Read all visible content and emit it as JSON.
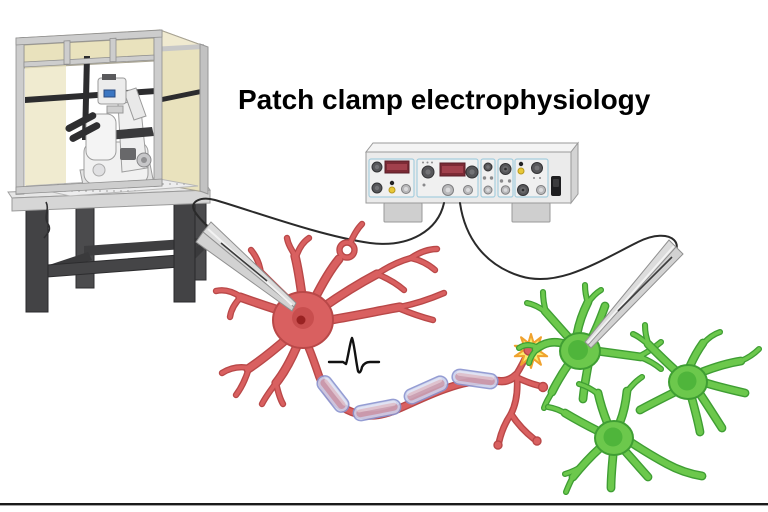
{
  "title": "Patch clamp electrophysiology",
  "components": [
    "faraday-cage",
    "vibration-isolation-table",
    "inverted-microscope",
    "patch-clamp-amplifier",
    "signal-cable-left",
    "signal-cable-right",
    "patch-pipette-left",
    "patch-pipette-right",
    "presynaptic-neuron-red",
    "myelinated-axon",
    "synapse-spark",
    "postsynaptic-neurons-green",
    "action-potential-trace"
  ],
  "colors": {
    "background": "#ffffff",
    "title-text": "#000000",
    "rule": "#1a1a1a",
    "neuron-red": "#d96060",
    "neuron-red-outline": "#b94848",
    "neuron-red-nucleus": "#c84e4e",
    "neuron-red-nucleolus": "#992222",
    "neuron-green": "#6cc84c",
    "neuron-green-outline": "#3f9e33",
    "neuron-green-nucleus": "#4fb53b",
    "myelin-fill": "#ccd1ec",
    "myelin-outline": "#8a93cf",
    "synapse-fill": "#fce96d",
    "synapse-outline": "#f0a22e",
    "pipette-glass": "#dcdcdc",
    "pipette-glass-2": "#d2d2d2",
    "pipette-outline": "#909090",
    "pipette-highlight": "#f2f2f2",
    "electrode-wire": "#3a3a3a",
    "cable": "#2a2a2a",
    "trace": "#111111",
    "amp-body": "#ebebeb",
    "amp-top": "#f4f4f4",
    "amp-side": "#d4d4d4",
    "amp-panel-outline": "#a6cede",
    "amp-display": "#7c2a35",
    "amp-display-inner": "#a84450",
    "amp-button-yellow": "#e8c838",
    "amp-switch": "#1e1e20",
    "amp-feet": "#cfcfcf",
    "cage-frame": "#cdcdcd",
    "cage-panel": "#e9e2bd",
    "cage-panel-top": "#f0ead0",
    "cage-rod": "#2c2c2e",
    "table-leg": "#434345",
    "table-top": "#d6d6d6",
    "scope-body": "#f2f2f2",
    "scope-dark": "#2e2e30",
    "scope-screen": "#3b76c2"
  }
}
